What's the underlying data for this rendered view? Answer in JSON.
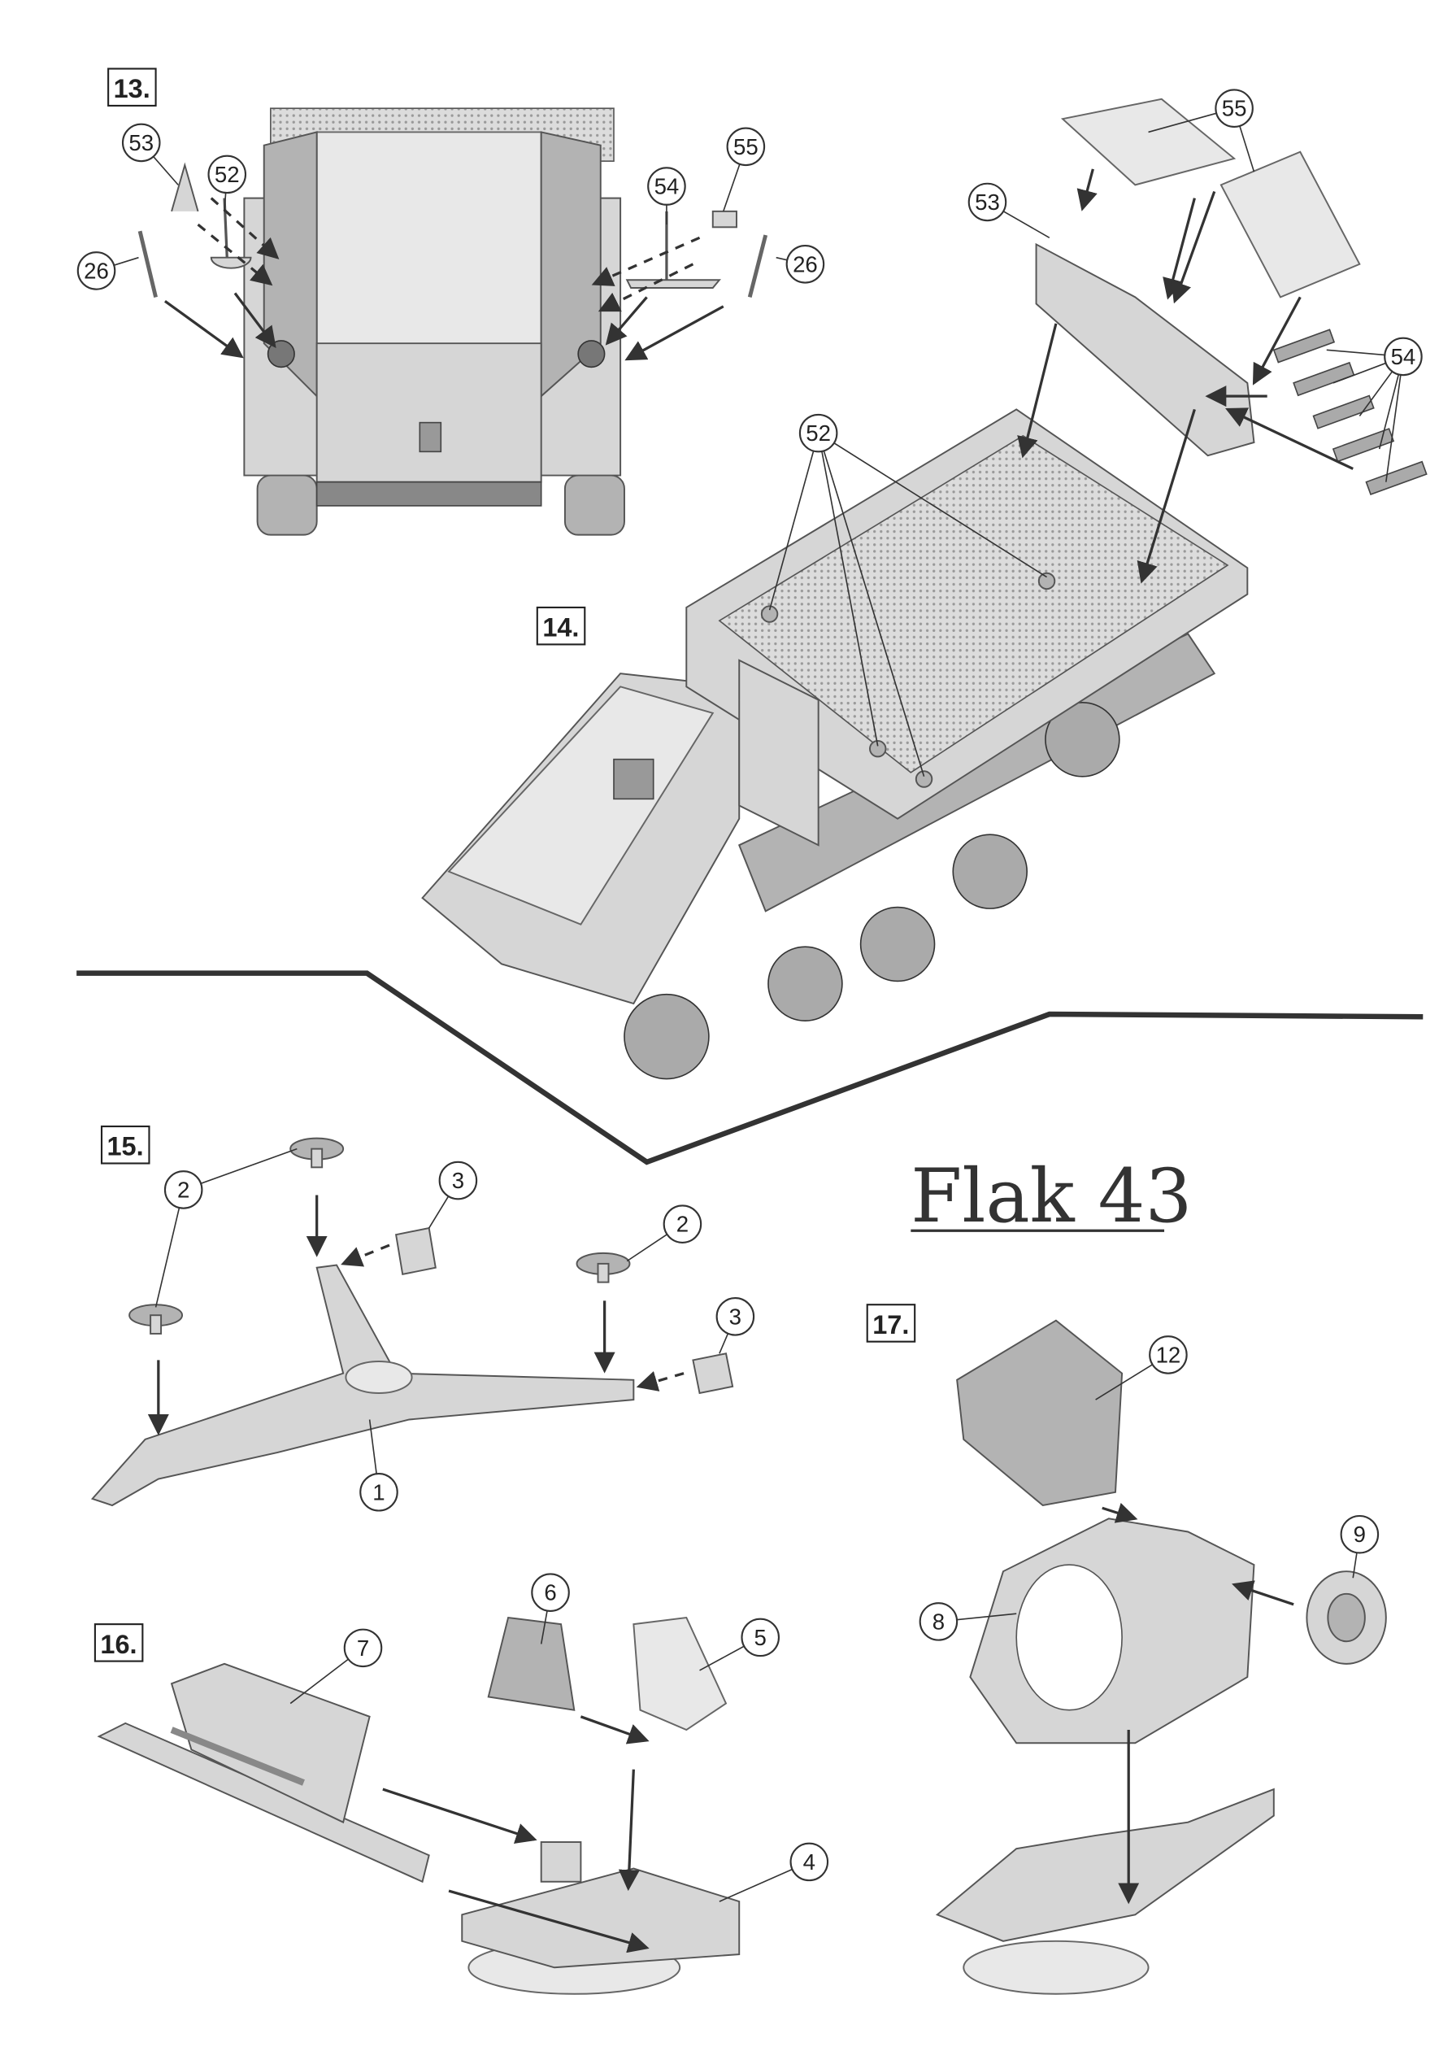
{
  "steps": [
    "13.",
    "14.",
    "15.",
    "16.",
    "17."
  ],
  "title": "Flak 43",
  "callouts": {
    "s13": [
      "53",
      "52",
      "26",
      "54",
      "55",
      "26"
    ],
    "s14": [
      "55",
      "53",
      "54",
      "52"
    ],
    "s15": [
      "2",
      "3",
      "2",
      "3",
      "1"
    ],
    "s16": [
      "6",
      "7",
      "5",
      "4"
    ],
    "s17": [
      "12",
      "9",
      "8"
    ]
  },
  "colors": {
    "line": "#333333",
    "part": "#d6d6d6"
  }
}
